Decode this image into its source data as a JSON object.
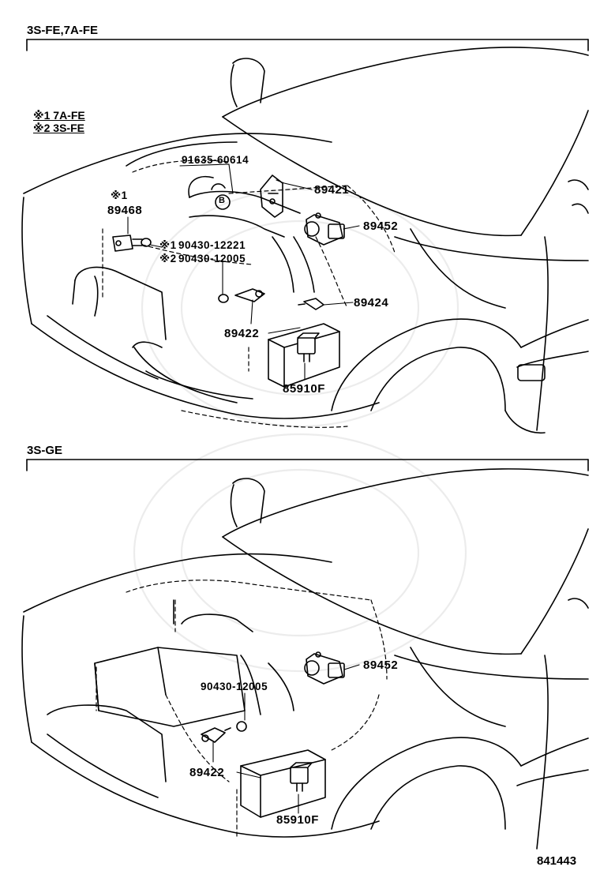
{
  "sections": [
    {
      "title": "3S-FE,7A-FE",
      "notes": [
        "※1 7A-FE",
        "※2 3S-FE"
      ],
      "parts": [
        {
          "id": "91635-60614"
        },
        {
          "id": "89421"
        },
        {
          "id": "89452"
        },
        {
          "id": "89468",
          "prefix": "※1"
        },
        {
          "id": "90430-12221",
          "prefix": "※1"
        },
        {
          "id": "90430-12005",
          "prefix": "※2"
        },
        {
          "id": "89424"
        },
        {
          "id": "89422"
        },
        {
          "id": "85910F"
        }
      ],
      "circle_marker": "B"
    },
    {
      "title": "3S-GE",
      "parts": [
        {
          "id": "89452"
        },
        {
          "id": "90430-12005"
        },
        {
          "id": "89422"
        },
        {
          "id": "85910F"
        }
      ]
    }
  ],
  "figure_number": "841443"
}
